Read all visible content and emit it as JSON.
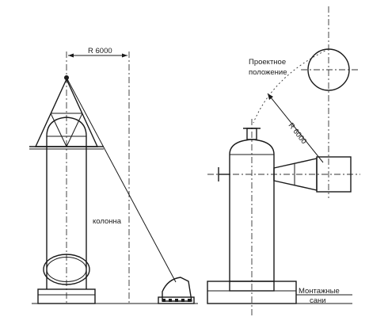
{
  "labels": {
    "radius_left": "R 6000",
    "radius_right": "R 6000",
    "column": "колонна",
    "design_position_line1": "Проектное",
    "design_position_line2": "положение",
    "sled_line1": "Монтажные",
    "sled_line2": "сани"
  }
}
